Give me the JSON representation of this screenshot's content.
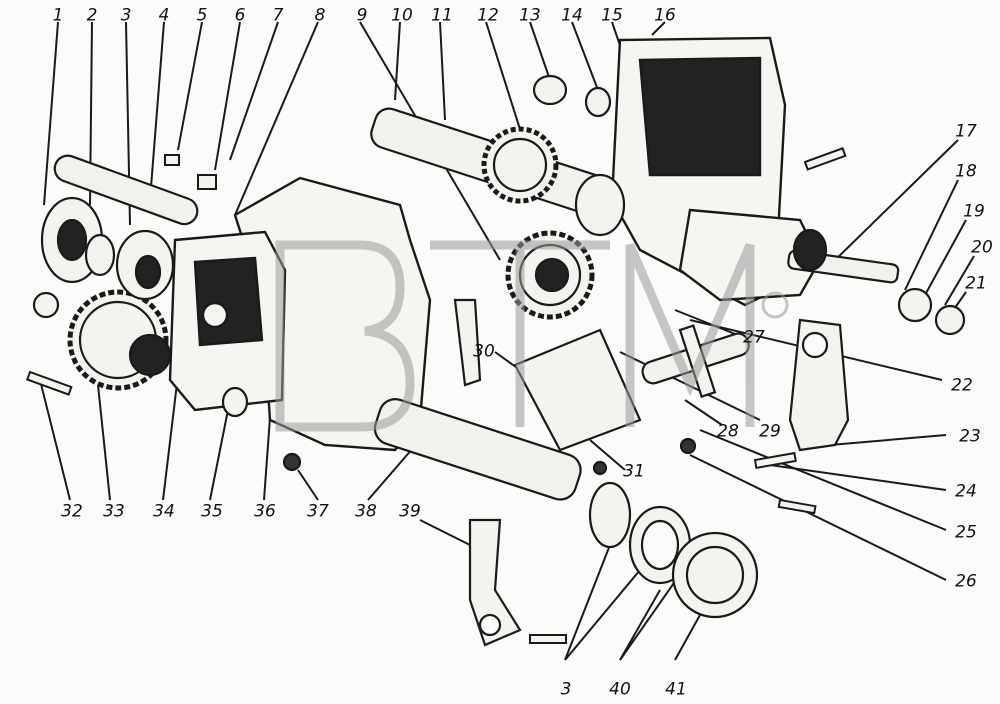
{
  "diagram": {
    "callouts": [
      "1",
      "2",
      "3",
      "4",
      "5",
      "6",
      "7",
      "8",
      "9",
      "10",
      "11",
      "12",
      "13",
      "14",
      "15",
      "16",
      "17",
      "18",
      "19",
      "20",
      "21",
      "22",
      "23",
      "24",
      "25",
      "26",
      "27",
      "28",
      "29",
      "30",
      "31",
      "32",
      "33",
      "34",
      "35",
      "36",
      "37",
      "38",
      "39",
      "3",
      "40",
      "41"
    ],
    "watermark": "BTM",
    "watermark_mark": "®",
    "line_color": "#1a1a1a",
    "paper_color": "#fbfbf9"
  }
}
